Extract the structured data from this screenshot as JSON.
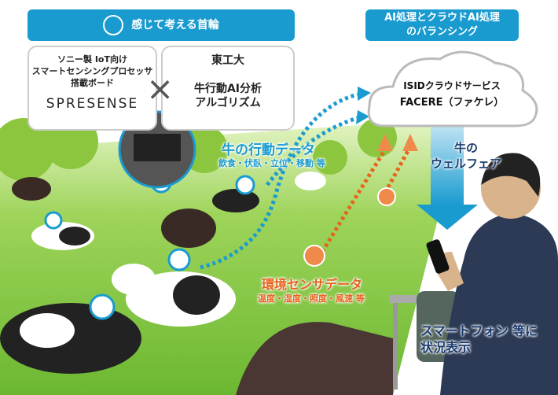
{
  "header_left": {
    "title": "感じて考える首輪",
    "icon": "brain-icon"
  },
  "header_right": {
    "line1": "AI処理とクラウドAI処理",
    "line2": "のバランシング"
  },
  "box_sony": {
    "line1": "ソニー製 IoT向け",
    "line2": "スマートセンシングプロセッサ",
    "line3": "搭載ボード",
    "brand": "SPRESENSE"
  },
  "cross_symbol": "×",
  "box_titech": {
    "line1": "東工大",
    "line2": "牛行動AI分析",
    "line3": "アルゴリズム"
  },
  "cloud": {
    "line1": "ISIDクラウドサービス",
    "line2": "FACERE（ファケレ）"
  },
  "cow_data": {
    "title": "牛の行動データ",
    "sub": "飲食・伏臥・立位・移動 等"
  },
  "welfare": {
    "line1": "牛の",
    "line2": "ウェルフェア"
  },
  "env_data": {
    "title": "環境センサデータ",
    "sub": "温度・湿度・照度・風速 等"
  },
  "smartphone": {
    "line1": "スマートフォン 等に",
    "line2": "状況表示"
  },
  "colors": {
    "accent_blue": "#1a9bd0",
    "orange": "#e8621c",
    "grass": "#7cc242",
    "navy": "#1a3b6e"
  }
}
